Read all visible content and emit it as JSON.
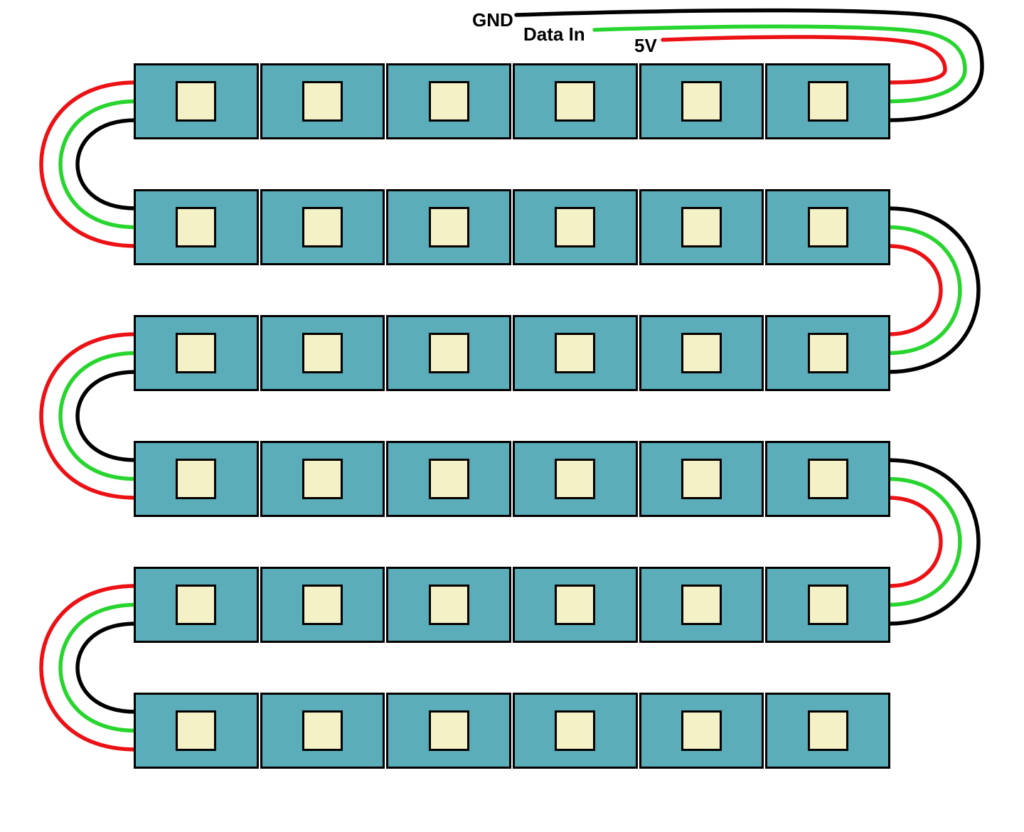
{
  "labels": {
    "gnd": "GND",
    "data_in": "Data In",
    "power": "5V"
  },
  "colors": {
    "background": "#ffffff",
    "outline": "#000000",
    "module_fill": "#5badb9",
    "led_fill": "#f4f1c6",
    "gnd_wire": "#000000",
    "data_wire": "#28d52e",
    "power_wire": "#ec1115"
  },
  "structure": {
    "rows": 6,
    "modules_per_row": 6,
    "total_modules": 36,
    "wiring_pattern": "serpentine",
    "input_corner": "top-right"
  },
  "wires": [
    {
      "id": "gnd",
      "label": "GND"
    },
    {
      "id": "data",
      "label": "Data In"
    },
    {
      "id": "power",
      "label": "5V"
    }
  ]
}
